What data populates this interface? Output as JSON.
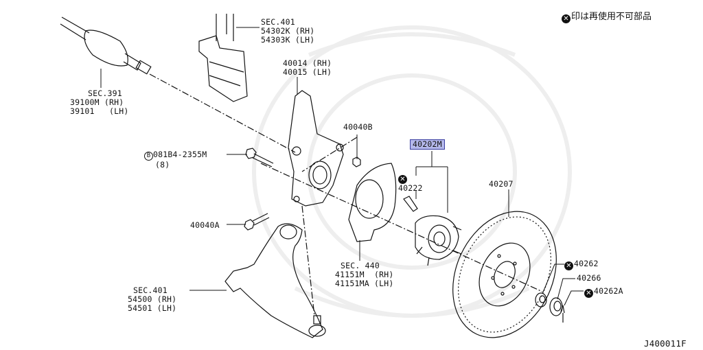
{
  "legend": {
    "icon": "x-circle-icon",
    "text": "印は再使用不可部品"
  },
  "diagram_code": "J400011F",
  "highlight_color": "#b4b8ea",
  "labels": {
    "strut": {
      "line1": "SEC.401",
      "line2": "54302K (RH)",
      "line3": "54303K (LH)"
    },
    "knuckle": {
      "line1": "40014 (RH)",
      "line2": "40015 (LH)"
    },
    "driveshaft": {
      "line1": "SEC.391",
      "line2": "39100M (RH)",
      "line3": "39101   (LH)"
    },
    "nut_b": "40040B",
    "bolt": {
      "line1": "081B4-2355M",
      "line2": "(8)",
      "prefix_icon": "b-circle-icon"
    },
    "hub_assembly": "40202M",
    "hub_bolt": "40222",
    "rotor": "40207",
    "bolt_a": "40040A",
    "dust_shield": {
      "line1": "SEC. 440",
      "line2": "41151M  (RH)",
      "line3": "41151MA (LH)"
    },
    "lower_arm": {
      "line1": "SEC.401",
      "line2": "54500 (RH)",
      "line3": "54501 (LH)"
    },
    "axle_nut": "40262",
    "nut_cap": "40266",
    "cotter_pin": "40262A"
  }
}
